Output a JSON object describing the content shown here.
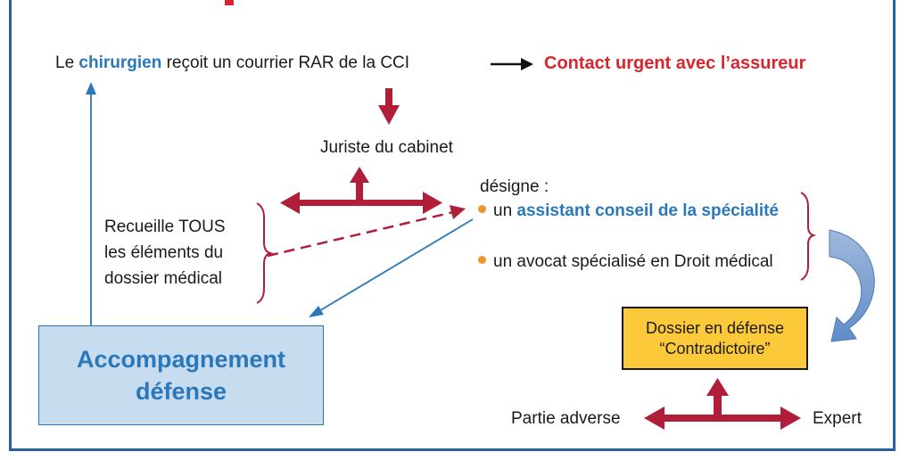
{
  "top_line": {
    "prefix": "Le ",
    "surgeon": "chirurgien",
    "rest": " reçoit un courrier RAR de la CCI",
    "urgent": "Contact urgent avec l’assureur"
  },
  "jurist": "Juriste du cabinet",
  "designates": {
    "label": "désigne :",
    "item1_prefix": "un ",
    "item1_highlight": "assistant conseil de la spécialité",
    "item2": "un avocat spécialisé en Droit médical"
  },
  "collect": {
    "line1": "Recueille TOUS",
    "line2": "les éléments du",
    "line3": "dossier médical"
  },
  "support_box": {
    "line1": "Accompagnement",
    "line2": "défense"
  },
  "defense_box": {
    "line1": "Dossier en défense",
    "line2": "“Contradictoire”"
  },
  "bottom": {
    "left": "Partie adverse",
    "right": "Expert"
  },
  "colors": {
    "frame": "#2c5f9e",
    "accent_blue": "#2a78b9",
    "accent_red": "#d8262e",
    "dark_red_arrow": "#b01e3a",
    "bullet_orange": "#f0952a",
    "box_blue_fill": "#c8dcef",
    "box_yellow_fill": "#fcc93a"
  }
}
